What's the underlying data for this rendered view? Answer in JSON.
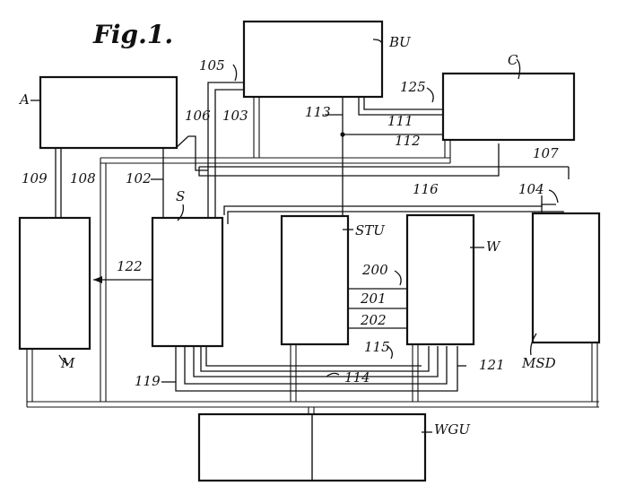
{
  "figure": {
    "title": "Fig.1."
  },
  "labels": {
    "A": "A",
    "BU": "BU",
    "C": "C",
    "S": "S",
    "STU": "STU",
    "W": "W",
    "M": "M",
    "MSD": "MSD",
    "WGU": "WGU",
    "r102": "102",
    "r103": "103",
    "r104": "104",
    "r105": "105",
    "r106": "106",
    "r107": "107",
    "r108": "108",
    "r109": "109",
    "r111": "111",
    "r112": "112",
    "r113": "113",
    "r114": "114",
    "r115": "115",
    "r116": "116",
    "r119": "119",
    "r121": "121",
    "r122": "122",
    "r125": "125",
    "r200": "200",
    "r201": "201",
    "r202": "202"
  }
}
